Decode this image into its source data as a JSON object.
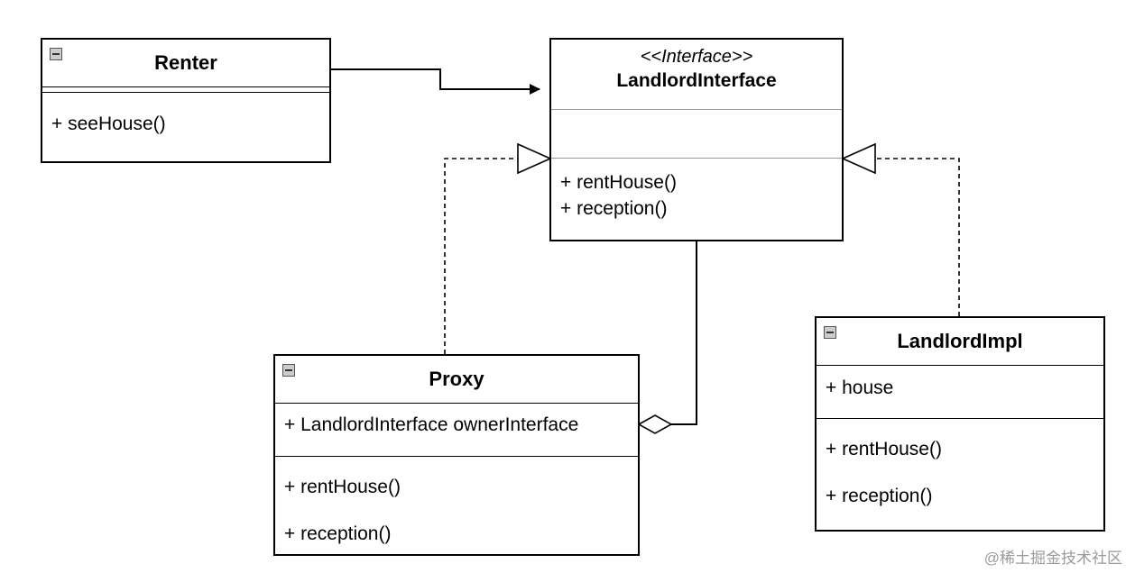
{
  "classes": {
    "renter": {
      "name": "Renter",
      "method_0": "+ seeHouse()"
    },
    "landlord_interface": {
      "stereotype": "<<Interface>>",
      "name": "LandlordInterface",
      "method_0": "+ rentHouse()",
      "method_1": "+ reception()"
    },
    "proxy": {
      "name": "Proxy",
      "attribute_0": "+ LandlordInterface ownerInterface",
      "method_0": "+ rentHouse()",
      "method_1": "+ reception()"
    },
    "landlord_impl": {
      "name": "LandlordImpl",
      "attribute_0": "+ house",
      "method_0": "+ rentHouse()",
      "method_1": "+ reception()"
    }
  },
  "relations": [
    {
      "from": "Renter",
      "to": "LandlordInterface",
      "type": "association"
    },
    {
      "from": "Proxy",
      "to": "LandlordInterface",
      "type": "realization"
    },
    {
      "from": "LandlordImpl",
      "to": "LandlordInterface",
      "type": "realization"
    },
    {
      "from": "Proxy",
      "to": "LandlordInterface",
      "type": "aggregation"
    }
  ],
  "watermark": "@稀土掘金技术社区"
}
